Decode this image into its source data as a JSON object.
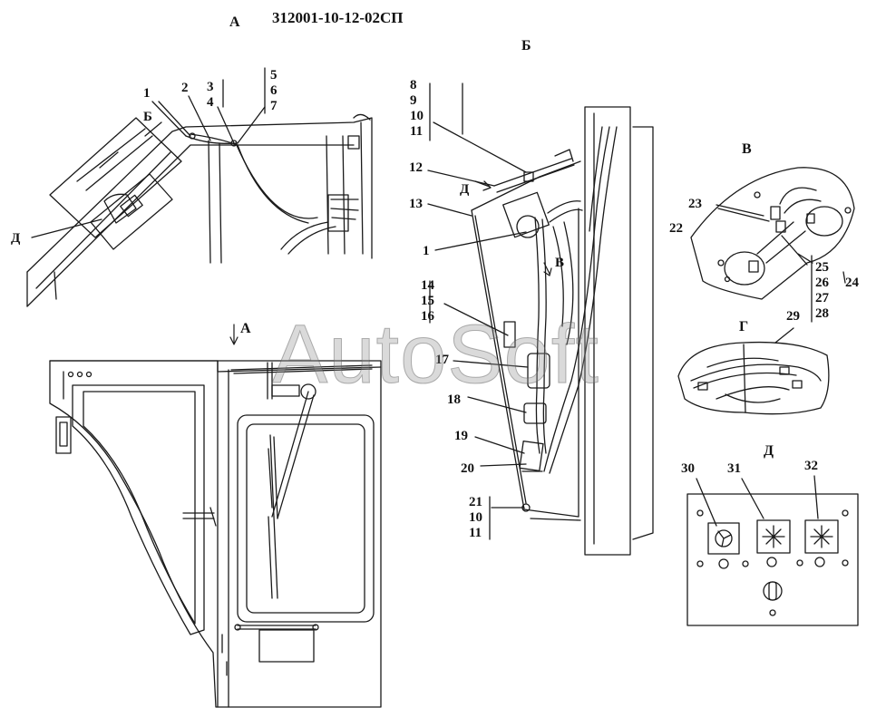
{
  "document_title": "312001-10-12-02СП",
  "watermark_text": "AutoSoft",
  "views": {
    "A_top": "А",
    "A_arrow": "А",
    "B": "Б",
    "V": "В",
    "G": "Г",
    "D": "Д"
  },
  "view_pointers": {
    "B_on_A": "Б",
    "D_on_A": "Д",
    "D_on_B": "Д",
    "V_on_B": "В"
  },
  "callouts": {
    "n1_a": "1",
    "n2": "2",
    "n3": "3",
    "n4": "4",
    "n5": "5",
    "n6": "6",
    "n7": "7",
    "n8": "8",
    "n9": "9",
    "n10_a": "10",
    "n11_a": "11",
    "n12": "12",
    "n13": "13",
    "n1_b": "1",
    "n14": "14",
    "n15": "15",
    "n16": "16",
    "n17": "17",
    "n18": "18",
    "n19": "19",
    "n20": "20",
    "n21": "21",
    "n10_b": "10",
    "n11_b": "11",
    "n22": "22",
    "n23": "23",
    "n24": "24",
    "n25": "25",
    "n26": "26",
    "n27": "27",
    "n28": "28",
    "n29": "29",
    "n30": "30",
    "n31": "31",
    "n32": "32"
  },
  "colors": {
    "line": "#1a1a1a",
    "paper": "#ffffff",
    "shade": "#d8d8d8"
  },
  "icons": [
    "fan-switch-icon",
    "snowflake-switch-icon",
    "toggle-switch-icon"
  ]
}
